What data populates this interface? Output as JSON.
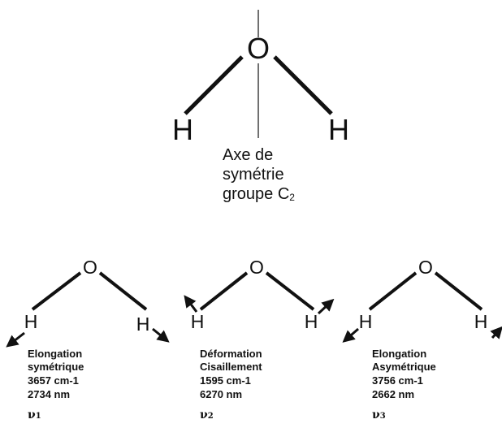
{
  "molecule": {
    "oxygen": "O",
    "hydrogen_left": "H",
    "hydrogen_right": "H"
  },
  "axis_label": {
    "line1": "Axe de",
    "line2": "symétrie",
    "line3_main": "groupe C",
    "line3_sub": "2"
  },
  "modes": [
    {
      "oxygen": "O",
      "h_left": "H",
      "h_right": "H",
      "name1": "Elongation",
      "name2": "symétrique",
      "wavenumber": "3657 cm-1",
      "wavelength": "2734 nm",
      "symbol": "ν",
      "index": "1"
    },
    {
      "oxygen": "O",
      "h_left": "H",
      "h_right": "H",
      "name1": "Déformation",
      "name2": "Cisaillement",
      "wavenumber": "1595 cm-1",
      "wavelength": "6270 nm",
      "symbol": "ν",
      "index": "2"
    },
    {
      "oxygen": "O",
      "h_left": "H",
      "h_right": "H",
      "name1": "Elongation",
      "name2": "Asymétrique",
      "wavenumber": "3756 cm-1",
      "wavelength": "2662 nm",
      "symbol": "ν",
      "index": "3"
    }
  ]
}
